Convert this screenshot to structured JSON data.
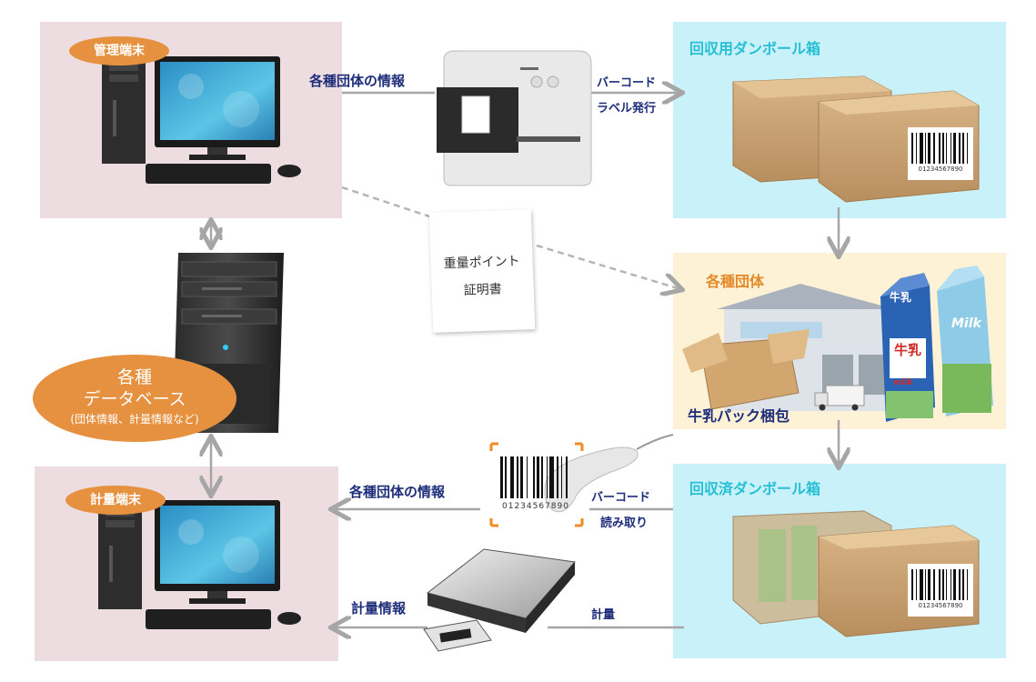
{
  "admin_terminal": {
    "label": "管理端末"
  },
  "weighing_terminal": {
    "label": "計量端末"
  },
  "database": {
    "line1": "各種",
    "line2": "データベース",
    "line3": "(団体情報、計量情報など)"
  },
  "boxes_collection": {
    "title": "回収用ダンボール箱"
  },
  "organization": {
    "title": "各種団体",
    "subtitle": "牛乳パック梱包"
  },
  "boxes_collected": {
    "title": "回収済ダンボール箱"
  },
  "flows": {
    "org_info_top": "各種団体の情報",
    "barcode_label_1": "バーコード",
    "barcode_label_2": "ラベル発行",
    "org_info_bottom": "各種団体の情報",
    "barcode_read_1": "バーコード",
    "barcode_read_2": "読み取り",
    "weight_info": "計量情報",
    "weighing": "計量"
  },
  "certificate": {
    "line1": "重量ポイント",
    "line2": "証明書"
  },
  "barcode_number": "01234567890",
  "milk": {
    "brand1": "牛乳",
    "brand2": "milk",
    "brand3": "Milk"
  },
  "colors": {
    "pink": "#eedde0",
    "cyan": "#c9f1f9",
    "cream": "#fdf1d6",
    "orange": "#e6913f",
    "navy": "#1e2d7a",
    "teal": "#27bfd5"
  }
}
